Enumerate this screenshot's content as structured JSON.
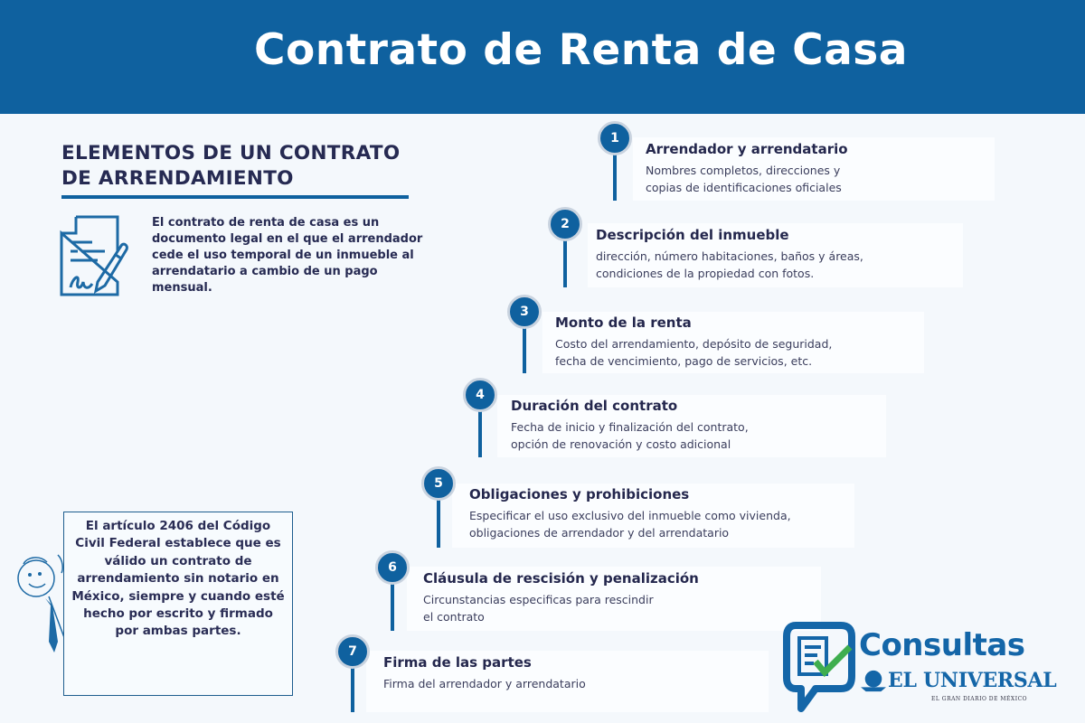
{
  "header": {
    "title": "Contrato de Renta de Casa"
  },
  "section": {
    "title_line1": "ELEMENTOS DE UN CONTRATO",
    "title_line2": "DE ARRENDAMIENTO",
    "intro": "El contrato de renta de casa es un documento legal en el que el arrendador cede el uso temporal de un inmueble al arrendatario a cambio de un pago mensual.",
    "icon": "signed-document-icon"
  },
  "note": {
    "text": "El artículo 2406 del Código Civil Federal establece que es válido un contrato de arrendamiento sin notario en México, siempre y cuando esté hecho por escrito y firmado por ambas partes.",
    "illustration": "pointing-man-illustration"
  },
  "steps": [
    {
      "number": "1",
      "title": "Arrendador y arrendatario",
      "description": "Nombres completos, direcciones y\ncopias de identificaciones oficiales"
    },
    {
      "number": "2",
      "title": "Descripción del inmueble",
      "description": "dirección, número habitaciones, baños y áreas,\ncondiciones de la propiedad con fotos."
    },
    {
      "number": "3",
      "title": "Monto de la renta",
      "description": "Costo del arrendamiento, depósito de seguridad,\nfecha de vencimiento, pago de servicios, etc."
    },
    {
      "number": "4",
      "title": "Duración del contrato",
      "description": "Fecha de inicio y finalización del contrato,\nopción de renovación y costo adicional"
    },
    {
      "number": "5",
      "title": "Obligaciones y prohibiciones",
      "description": "Especificar el uso exclusivo del inmueble como vivienda,\nobligaciones de arrendador y del arrendatario"
    },
    {
      "number": "6",
      "title": "Cláusula de rescisión y penalización",
      "description": "Circunstancias especificas para rescindir\nel contrato"
    },
    {
      "number": "7",
      "title": "Firma de las partes",
      "description": "Firma del arrendador y arrendatario"
    }
  ],
  "logo": {
    "brand": "Consultas",
    "publisher": "EL UNIVERSAL",
    "tagline": "EL GRAN DIARIO DE MÉXICO"
  },
  "colors": {
    "primary": "#0f619f",
    "text": "#24274d",
    "check": "#3fae4f"
  }
}
